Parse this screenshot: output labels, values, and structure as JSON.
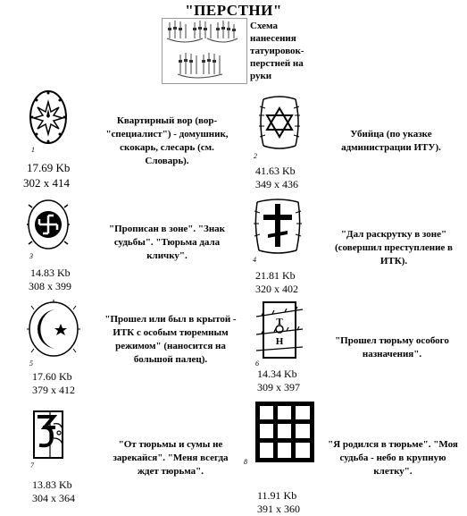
{
  "title": "\"ПЕРСТНИ\"",
  "scheme_caption": "Схема нанесения татуировок-перстней на руки",
  "items": [
    {
      "num": "1",
      "size": "17.69 Kb",
      "dims": "302 x 414",
      "desc": "Квартирный вор (вор-\"специалист\") - домушник, скокарь, слесарь (см. Словарь)."
    },
    {
      "num": "2",
      "size": "41.63 Kb",
      "dims": "349 x 436",
      "desc": "Убийца (по указке администрации ИТУ)."
    },
    {
      "num": "3",
      "size": "14.83 Kb",
      "dims": "308 x 399",
      "desc": "\"Прописан в зоне\". \"Знак судьбы\". \"Тюрьма дала кличку\"."
    },
    {
      "num": "4",
      "size": "21.81 Kb",
      "dims": "320 x 402",
      "desc": "\"Дал раскрутку в зоне\" (совершил преступление в ИТК)."
    },
    {
      "num": "5",
      "size": "17.60 Kb",
      "dims": "379 x 412",
      "desc": "\"Прошел или был в крытой - ИТК с особым тюремным режимом\" (наносится на большой палец)."
    },
    {
      "num": "6",
      "size": "14.34 Kb",
      "dims": "309 x 397",
      "desc": "\"Прошел тюрьму особого назначения\"."
    },
    {
      "num": "7",
      "size": "13.83 Kb",
      "dims": "304 x 364",
      "desc": "\"От тюрьмы и сумы не зарекайся\". \"Меня всегда ждет тюрьма\"."
    },
    {
      "num": "8",
      "size": "11.91 Kb",
      "dims": "391 x 360",
      "desc": "\"Я родился в тюрьме\". \"Моя судьба - небо в крупную клетку\"."
    }
  ]
}
